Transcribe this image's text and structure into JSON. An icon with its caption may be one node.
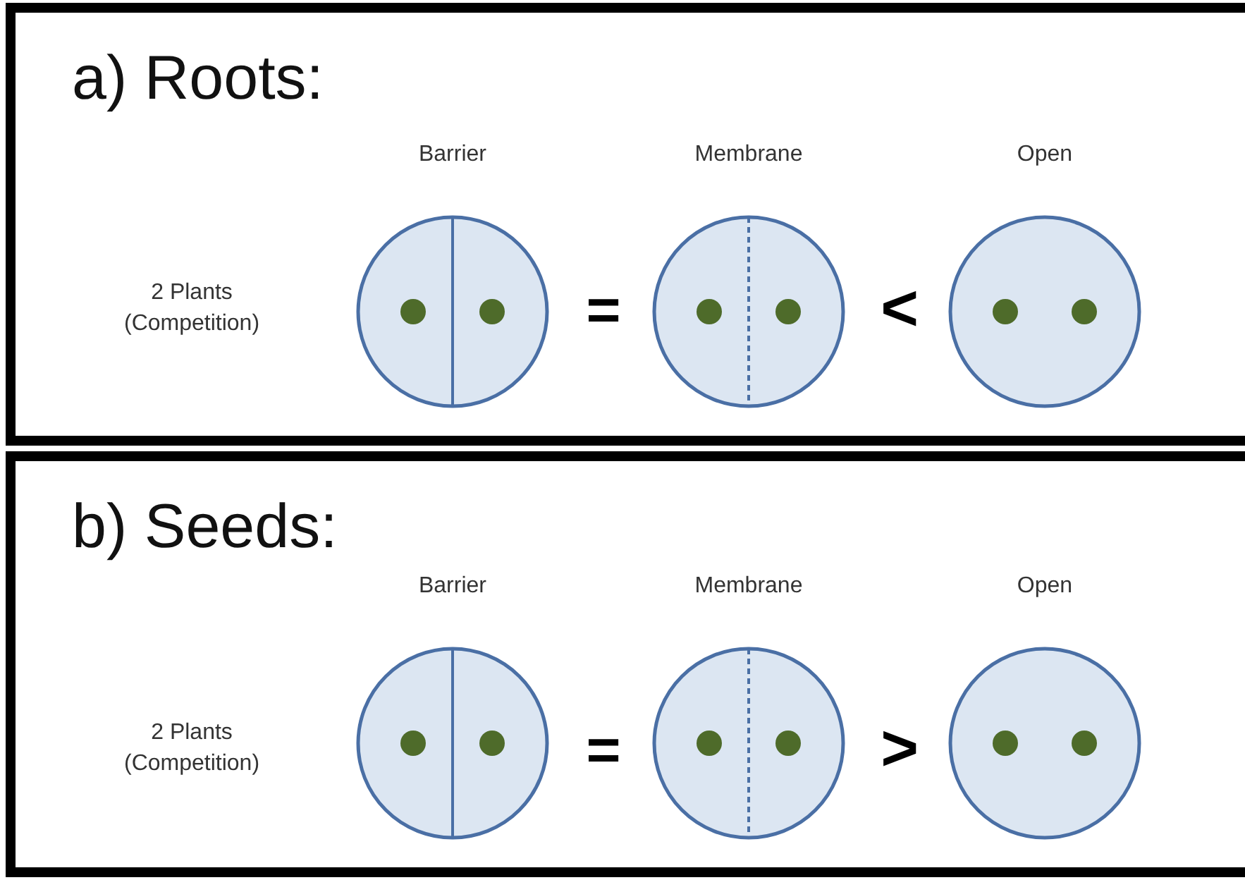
{
  "diagram": {
    "nodes": [
      {
        "text": [
          "a) Roots:"
        ]
      },
      {
        "text": [
          "Barrier"
        ],
        "in": 0
      },
      {
        "text": [
          "Membrane"
        ],
        "in": 0
      },
      {
        "text": [
          "Open"
        ],
        "in": 0
      },
      {
        "text": [
          "b) Seeds:"
        ]
      },
      {
        "text": [
          "Barrier"
        ],
        "in": 4
      },
      {
        "text": [
          "Membrane"
        ],
        "in": 4
      },
      {
        "text": [
          "Open"
        ],
        "in": 4
      }
    ],
    "labels": [
      "2 Plants (Competition)",
      "=",
      "<",
      "2 Plants (Competition)",
      "=",
      ">"
    ]
  }
}
